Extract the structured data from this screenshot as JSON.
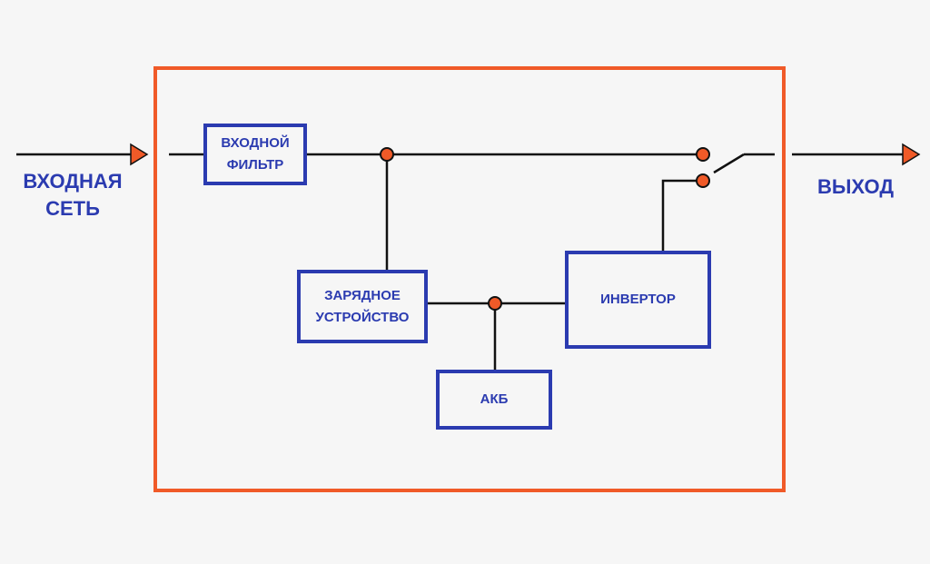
{
  "input": {
    "line1": "ВХОДНАЯ",
    "line2": "СЕТЬ"
  },
  "output": {
    "label": "ВЫХОД"
  },
  "blocks": {
    "input_filter": {
      "line1": "ВХОДНОЙ",
      "line2": "ФИЛЬТР"
    },
    "charger": {
      "line1": "ЗАРЯДНОЕ",
      "line2": "УСТРОЙСТВО"
    },
    "inverter": {
      "label": "ИНВЕРТОР"
    },
    "battery": {
      "label": "АКБ"
    }
  },
  "colors": {
    "frame": "#f05a28",
    "blue": "#2b3bb0",
    "line": "#111111",
    "node": "#f05a28"
  }
}
